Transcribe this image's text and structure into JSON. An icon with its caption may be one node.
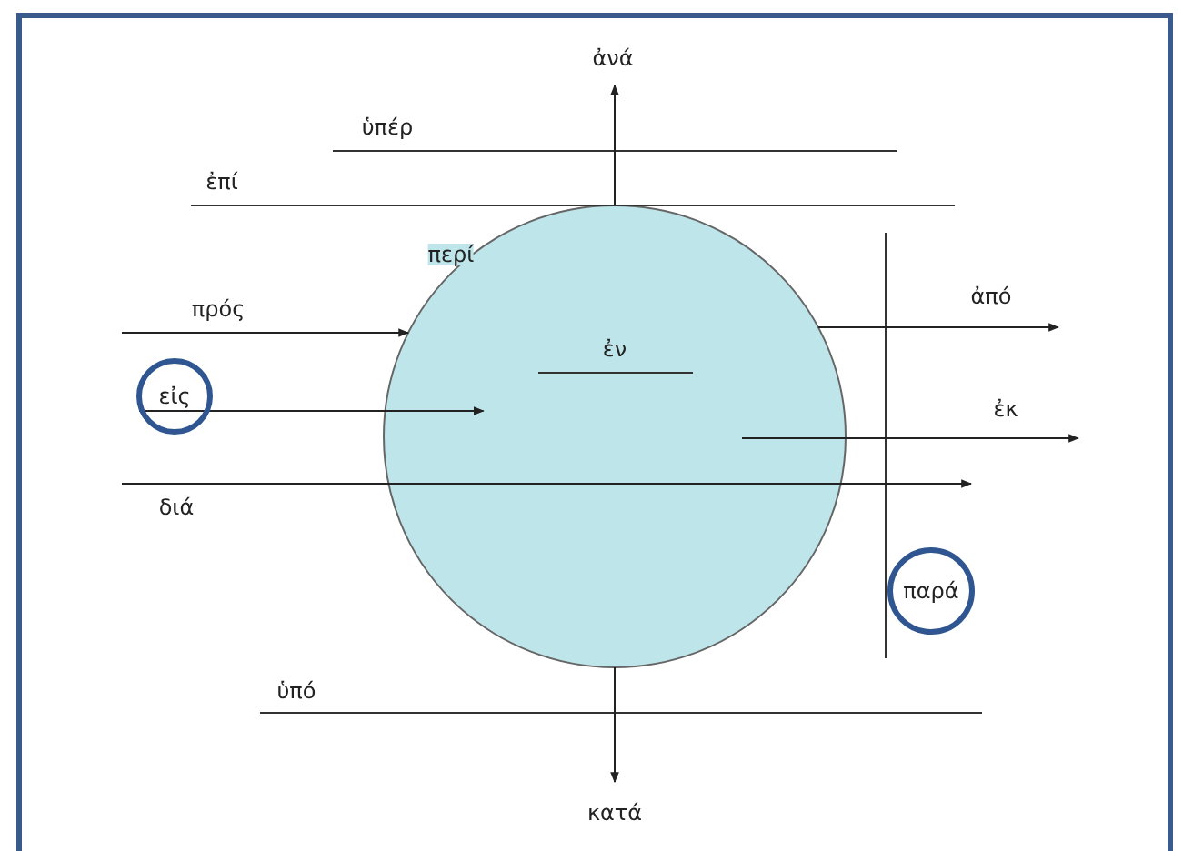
{
  "diagram": {
    "nodes": [
      {
        "text": [
          "περί"
        ]
      },
      {
        "text": [
          "εἰς"
        ]
      },
      {
        "text": [
          "παρά"
        ]
      }
    ],
    "edges": [
      {
        "from": 0,
        "to": null,
        "arrow": "to",
        "label": "ἀνά"
      },
      {
        "from": null,
        "to": 0,
        "arrow": "to",
        "label": "πρός"
      },
      {
        "from": 0,
        "to": null,
        "arrow": "to",
        "label": "ἀπό"
      },
      {
        "from": 1,
        "to": 0,
        "arrow": "to"
      },
      {
        "from": 0,
        "to": null,
        "arrow": "to",
        "label": "ἐκ"
      },
      {
        "from": 0,
        "to": null,
        "arrow": "to",
        "label": "κατά"
      }
    ],
    "labels": [
      "ὑπέρ",
      "ἐπί",
      "ἐν",
      "διά",
      "ὑπό"
    ]
  }
}
